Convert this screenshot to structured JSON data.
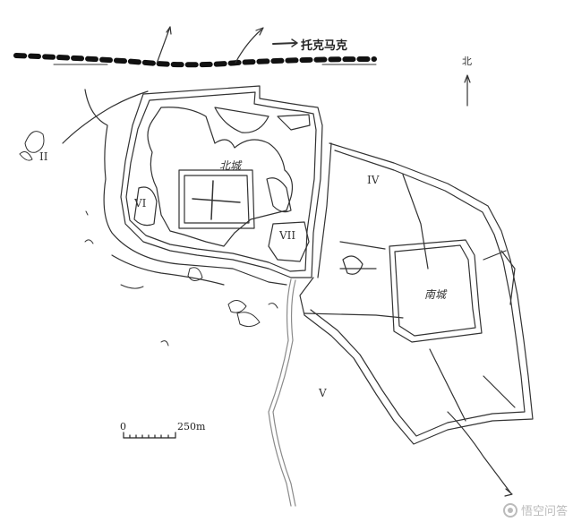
{
  "map": {
    "road_label": "托克马克",
    "north_label": "北",
    "north_city_label": "北城",
    "south_city_label": "南城",
    "zones": [
      "II",
      "IV",
      "V",
      "VI",
      "VII"
    ],
    "scale": {
      "zero": "0",
      "end": "250m"
    },
    "colors": {
      "line": "#333333",
      "river": "#8a8a8a",
      "railway": "#111111"
    }
  },
  "watermark": {
    "text": "悟空问答",
    "icon": "wukong-logo-icon"
  }
}
